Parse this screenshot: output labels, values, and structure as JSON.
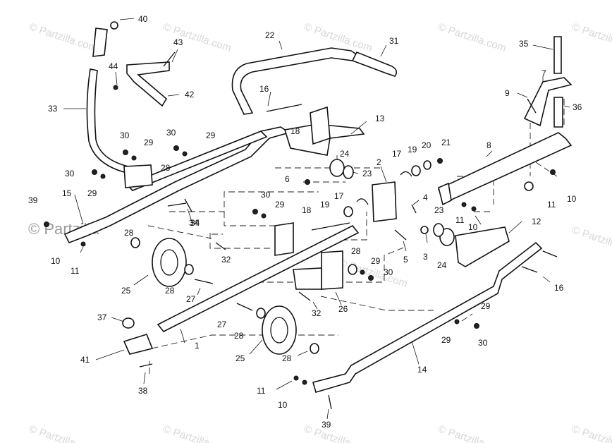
{
  "watermark": {
    "text": "© Partzilla.com",
    "short": "© Partzilla"
  },
  "colors": {
    "ink": "#111111",
    "watermark": "#d8d8d8",
    "watermark_strong": "#9a9a9a"
  },
  "part_labels": [
    "40",
    "43",
    "22",
    "31",
    "35",
    "44",
    "42",
    "7",
    "33",
    "16",
    "9",
    "36",
    "13",
    "30",
    "29",
    "30",
    "29",
    "18",
    "24",
    "8",
    "17",
    "19",
    "20",
    "21",
    "28",
    "23",
    "2",
    "30",
    "29",
    "6",
    "10",
    "39",
    "15",
    "34",
    "11",
    "30",
    "29",
    "4",
    "17",
    "19",
    "18",
    "23",
    "11",
    "34",
    "10",
    "11",
    "12",
    "10",
    "28",
    "32",
    "3",
    "5",
    "28",
    "29",
    "30",
    "24",
    "25",
    "28",
    "27",
    "32",
    "16",
    "26",
    "37",
    "27",
    "28",
    "29",
    "1",
    "25",
    "30",
    "29",
    "41",
    "28",
    "14",
    "38",
    "11",
    "10",
    "39"
  ]
}
